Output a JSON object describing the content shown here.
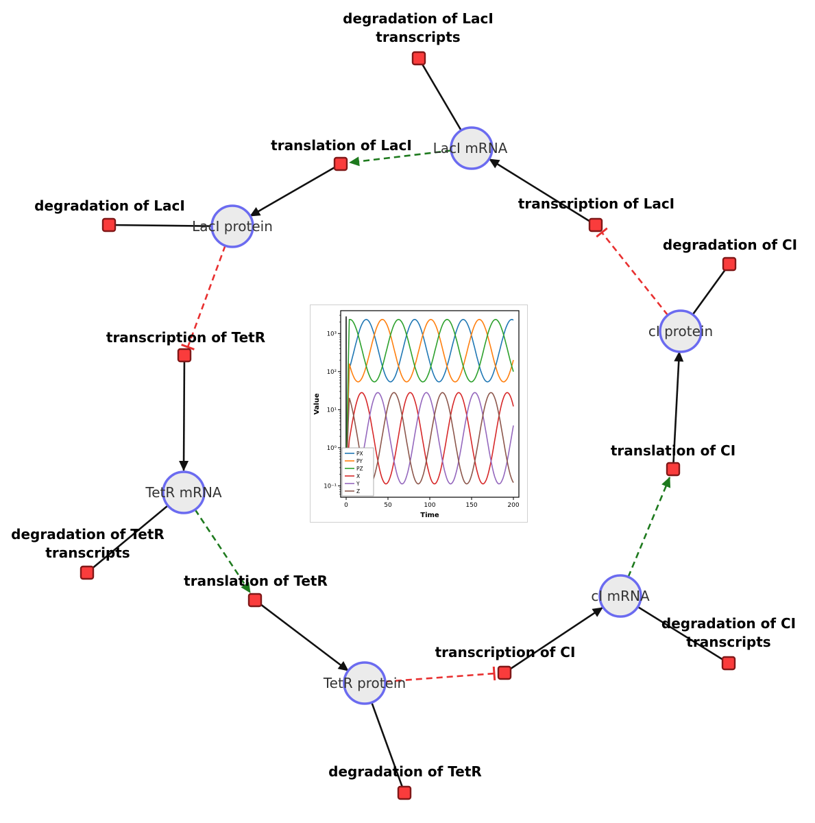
{
  "diagram": {
    "species": {
      "laci_mrna": {
        "label": "LacI mRNA"
      },
      "laci_protein": {
        "label": "LacI protein"
      },
      "tetr_mrna": {
        "label": "TetR mRNA"
      },
      "tetr_protein": {
        "label": "TetR protein"
      },
      "ci_mrna": {
        "label": "cI mRNA"
      },
      "ci_protein": {
        "label": "cI protein"
      }
    },
    "reactions": {
      "deg_laci_tx": {
        "label": "degradation of LacI transcripts"
      },
      "transl_laci": {
        "label": "translation of LacI"
      },
      "deg_laci": {
        "label": "degradation of LacI"
      },
      "tx_laci": {
        "label": "transcription of LacI"
      },
      "deg_ci": {
        "label": "degradation of CI"
      },
      "tx_tetr": {
        "label": "transcription of TetR"
      },
      "transl_ci": {
        "label": "translation of CI"
      },
      "deg_tetr_tx": {
        "label": "degradation of TetR transcripts"
      },
      "transl_tetr": {
        "label": "translation of TetR"
      },
      "deg_ci_tx": {
        "label": "degradation of CI transcripts"
      },
      "tx_ci": {
        "label": "transcription of CI"
      },
      "deg_tetr": {
        "label": "degradation of TetR"
      }
    },
    "colors": {
      "species_fill": "#ebebeb",
      "species_stroke": "#6b6bf0",
      "reaction_fill": "#fa3c3c",
      "reaction_stroke": "#801818",
      "production_edge": "#111111",
      "modifier_edge": "#1e7a1e",
      "inhibition_edge": "#e83030"
    }
  },
  "chart_data": {
    "type": "line",
    "xlabel": "Time",
    "ylabel": "Value",
    "x_range": [
      0,
      200
    ],
    "x_ticks": [
      0,
      50,
      100,
      150,
      200
    ],
    "y_scale": "log",
    "y_ticks": [
      "10³",
      "10²",
      "10¹",
      "10⁰",
      "10⁻¹"
    ],
    "y_tick_logs": [
      3,
      2,
      1,
      0,
      -1
    ],
    "log_y_range": [
      -1.3,
      3.6
    ],
    "legend_position": "lower left",
    "note": "Oscillating repressilator time courses; curves reconstructed as log10(y) = log_center + log_amplitude*cos(2*pi*(t-peak_t)/period), with a steep initial transient from start_log before t=3.5",
    "series": [
      {
        "name": "PX",
        "color": "#1f77b4",
        "log_center": 2.55,
        "log_amplitude": 0.82,
        "period": 58,
        "peak_t": 24.0,
        "start_log": -1
      },
      {
        "name": "PY",
        "color": "#ff7f0e",
        "log_center": 2.55,
        "log_amplitude": 0.82,
        "period": 58,
        "peak_t": 43.3,
        "start_log": -1
      },
      {
        "name": "PZ",
        "color": "#2ca02c",
        "log_center": 2.55,
        "log_amplitude": 0.82,
        "period": 58,
        "peak_t": 62.7,
        "start_log": -1
      },
      {
        "name": "X",
        "color": "#d62728",
        "log_center": 0.25,
        "log_amplitude": 1.2,
        "period": 58,
        "peak_t": 18.6,
        "start_log": -1
      },
      {
        "name": "Y",
        "color": "#9467bd",
        "log_center": 0.25,
        "log_amplitude": 1.2,
        "period": 58,
        "peak_t": 37.9,
        "start_log": -1
      },
      {
        "name": "Z",
        "color": "#8c564b",
        "log_center": 0.25,
        "log_amplitude": 1.2,
        "period": 58,
        "peak_t": 57.2,
        "start_log": -1
      }
    ]
  }
}
